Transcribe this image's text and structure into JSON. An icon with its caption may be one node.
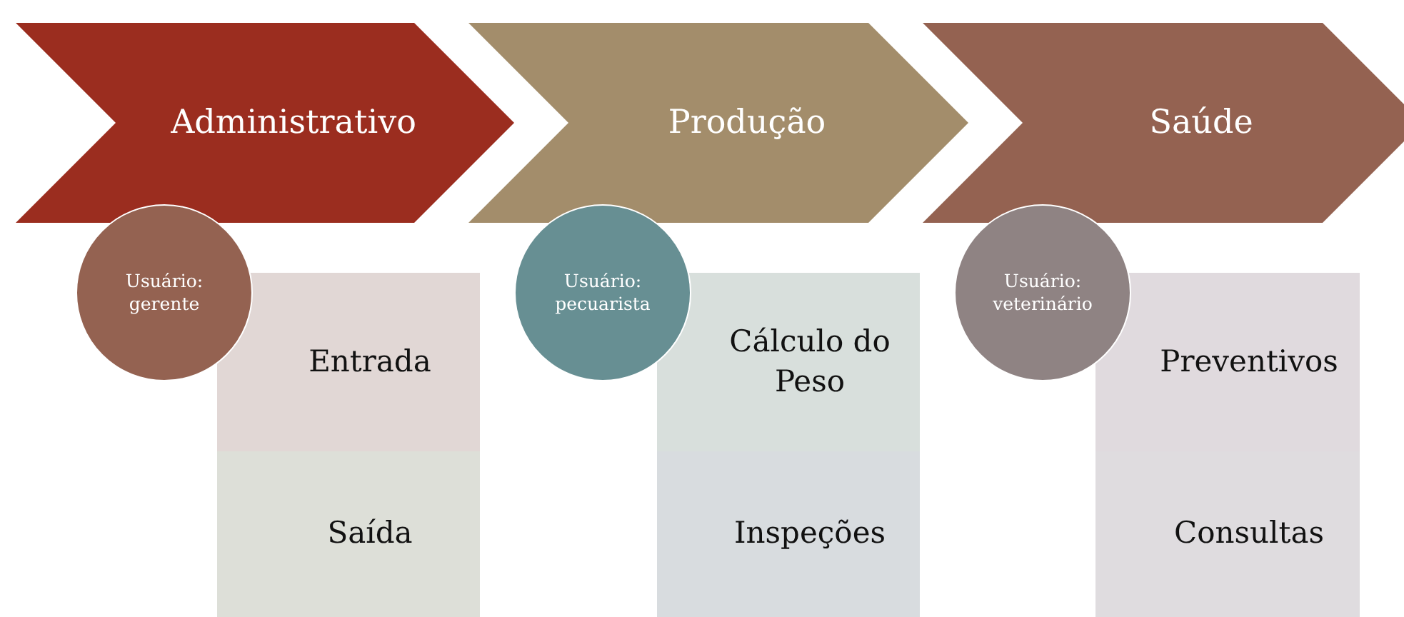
{
  "diagram": {
    "nodes": [
      {
        "text": [
          "Administrativo"
        ]
      },
      {
        "text": [
          "Usuário: gerente"
        ]
      },
      {
        "text": [
          "Entrada"
        ]
      },
      {
        "text": [
          "Saída"
        ]
      },
      {
        "text": [
          "Produção"
        ]
      },
      {
        "text": [
          "Usuário: pecuarista"
        ]
      },
      {
        "text": [
          "Cálculo do Peso"
        ]
      },
      {
        "text": [
          "Inspeções"
        ]
      },
      {
        "text": [
          "Saúde"
        ]
      },
      {
        "text": [
          "Usuário: veterinário"
        ]
      },
      {
        "text": [
          "Preventivos"
        ]
      },
      {
        "text": [
          "Consultas"
        ]
      }
    ],
    "edges": []
  }
}
